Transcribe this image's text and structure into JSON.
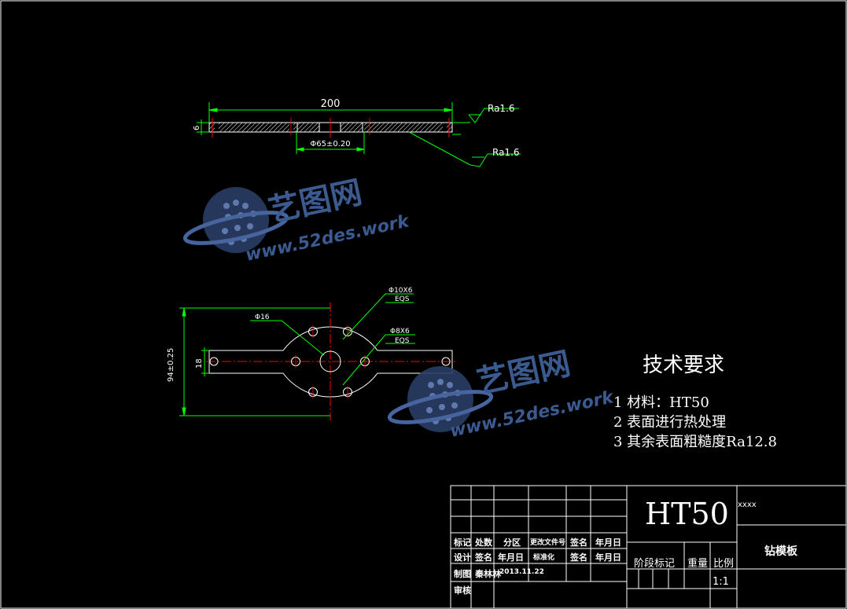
{
  "colors": {
    "background": "#000000",
    "geometry": "#ffffff",
    "dimension": "#00ff00",
    "centerline": "#ff0000",
    "watermark": "#3a5a90"
  },
  "section_view": {
    "overall_length": "200",
    "thickness": "6",
    "bore_dim": "Φ65±0.20",
    "roughness_top": "Ra1.6",
    "roughness_bottom": "Ra1.6"
  },
  "plan_view": {
    "height_dim": "94±0.25",
    "arm_width": "18",
    "hole_center": "Φ16",
    "holes_big_dia": "Φ10X6",
    "holes_big_eqs": "EQS",
    "holes_small_dia": "Φ8X6",
    "holes_small_eqs": "EQS"
  },
  "watermark": {
    "brand": "艺图网",
    "url": "www.52des.work"
  },
  "technical_requirements": {
    "title": "技术要求",
    "items": [
      "1 材料：HT50",
      "2 表面进行热处理",
      "3 其余表面粗糙度Ra12.8"
    ]
  },
  "title_block": {
    "material": "HT50",
    "code": "xxxx",
    "part_name": "钻模板",
    "row_headers": [
      "标记",
      "处数",
      "分区",
      "更改文件号",
      "签名",
      "年月日"
    ],
    "design_row": [
      "设计",
      "签名",
      "年月日",
      "标准化",
      "签名",
      "年月日"
    ],
    "drafting_label": "制图",
    "drafter": "秦林林",
    "date": "2013.11.22",
    "review_label": "审核",
    "stage_label": "阶段标记",
    "weight_label": "重量",
    "scale_label": "比例",
    "scale_value": "1:1"
  }
}
